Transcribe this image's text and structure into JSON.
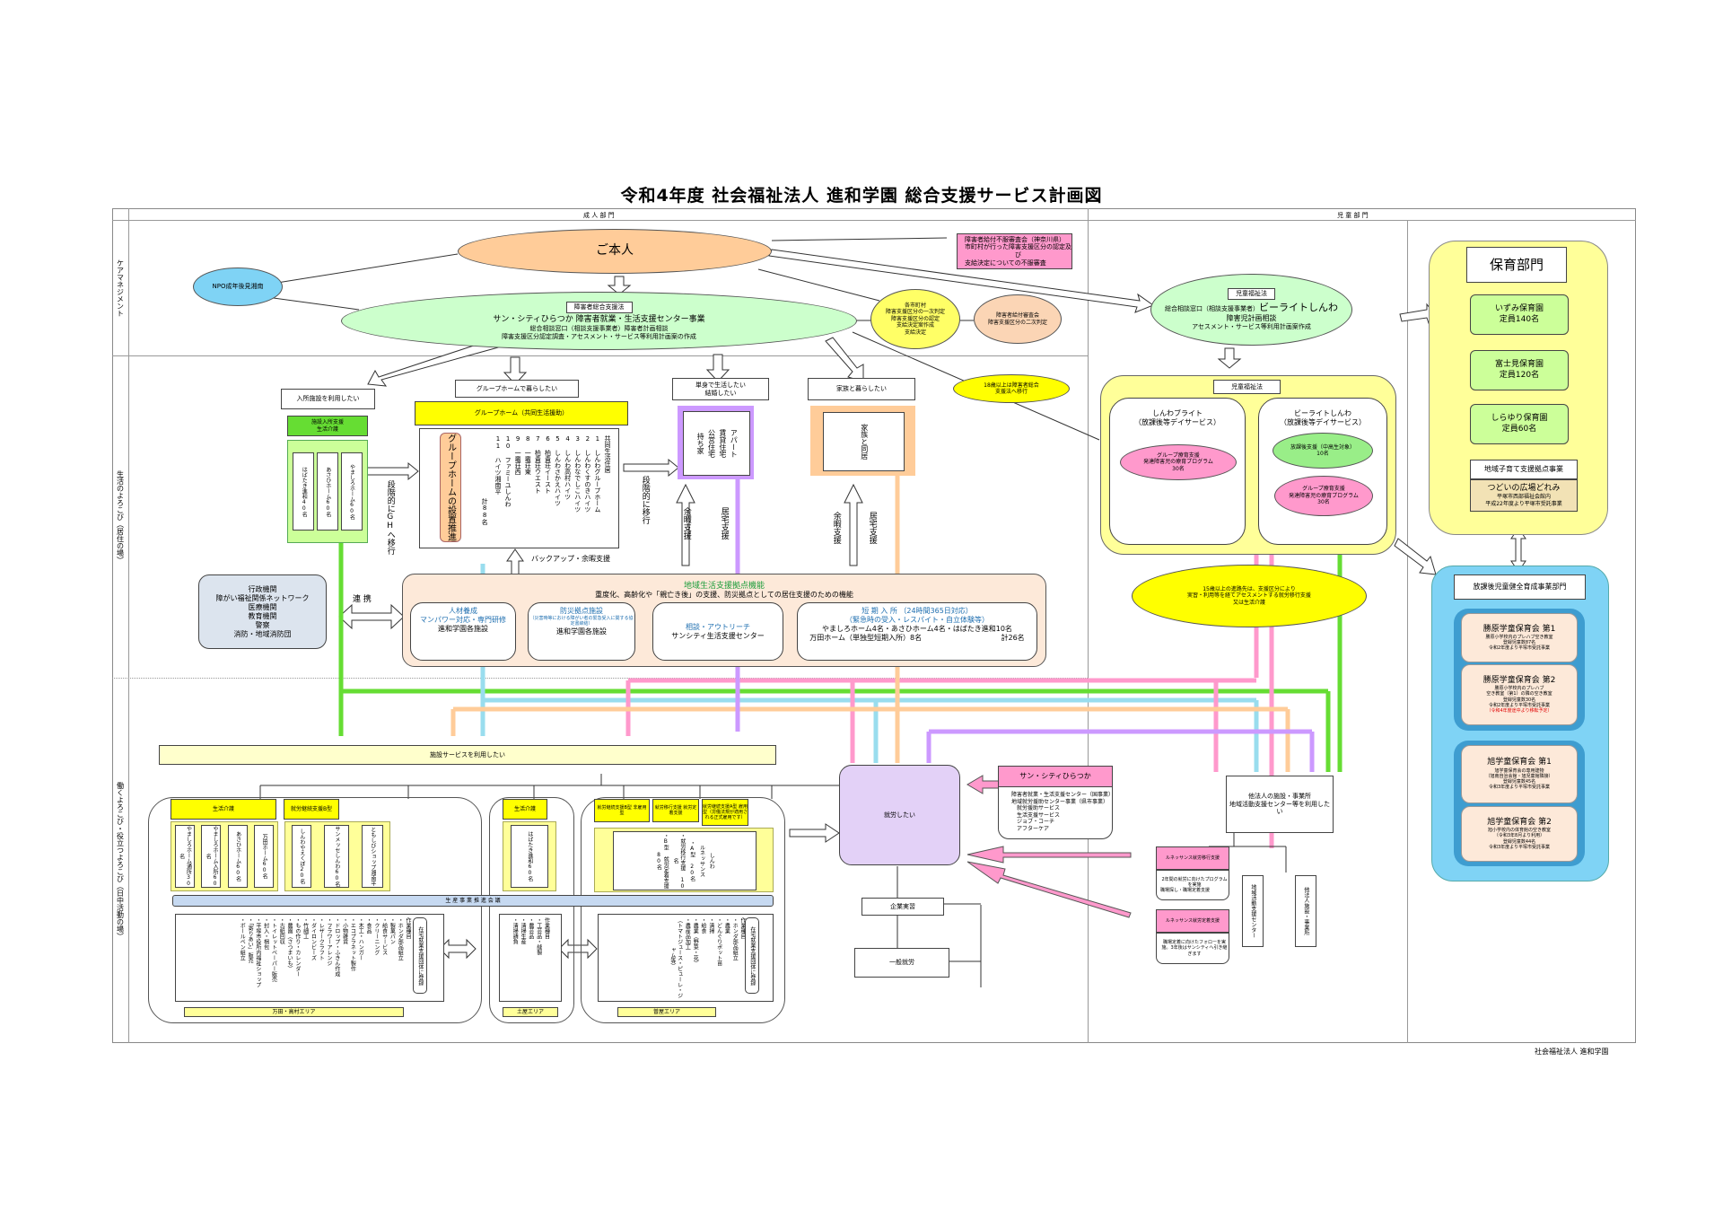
{
  "title": "令和4年度 社会福祉法人 進和学園 総合支援サービス計画図",
  "footer": "社会福祉法人 進和学園",
  "headers": {
    "adult": "成 人 部 門",
    "child": "児 童 部 門"
  },
  "side_labels": {
    "care": "ケアマネジメント",
    "living": "生活のよろこび（居住の場）",
    "work": "働くよろこび・役立つよろこび（日中活動の場）"
  },
  "top": {
    "person": "ご本人",
    "npo": "NPO成年後見湘南",
    "review_box": [
      "障害者給付不服審査会（神奈川県）",
      "市町村が行った障害支援区分の認定及び",
      "支給決定についての不服審査"
    ],
    "center_label": "障害者総合支援法",
    "center_title": "サン・シティひらつか 障害者就業・生活支援センター事業",
    "center_line2": "総合相談窓口（相談支援事業者）障害者計画相談",
    "center_line3": "障害支援区分認定調査・アセスメント・サービス等利用計画案の作成",
    "municipal": [
      "各市町村",
      "障害支援区分の一次判定",
      "障害支援区分の認定",
      "支給決定案作成",
      "支給決定"
    ],
    "review_council": [
      "障害者給付審査会",
      "障害支援区分の二次判定"
    ],
    "child_label": "児童福祉法",
    "child_title_prefix": "総合相談窓口（相談支援事業者）",
    "child_title_name": "ビーライトしんわ",
    "child_line2": "障害児計画相談",
    "child_line3": "アセスメント・サービス等利用計画案作成",
    "age18": [
      "18歳以上は障害者総合",
      "支援法へ移行"
    ]
  },
  "living": {
    "wants": {
      "facility": "入所施設を利用したい",
      "gh": "グループホームで暮らしたい",
      "single": [
        "単身で生活したい",
        "結婚したい"
      ],
      "family": "家族と暮らしたい"
    },
    "facility_label": [
      "施設入所支援",
      "生活介護"
    ],
    "facilities": [
      "はばたき進和40名",
      "あさひホーム60名",
      "やましろホーム60名"
    ],
    "move_to_gh": "段階的にGHへ移行",
    "gh_header": "グループホーム（共同生活援助）",
    "gh_promo": "グループホームの設置推進",
    "gh_list": [
      "共同生活住居",
      "1 しんわグループホーム",
      "2 しんわくすのきハイツ",
      "3 しんわなでしこハイツ",
      "4 しんわ高村ハイツ",
      "5 しんわさかえハイツ",
      "6 柏貴荘イースト",
      "7 柏貴荘ウエスト",
      "8 一竈荘東",
      "9 一竈荘西",
      "10 ファミーユしんわ",
      "11 ハイツ湘南平"
    ],
    "gh_total": "計88名",
    "move_gradual": "段階的に移行",
    "backup": "バックアップ・余暇支援",
    "apartment": [
      "アパート",
      "賃貸住宅",
      "公営住宅",
      "持ち家"
    ],
    "family_live": "家族と同居",
    "leisure": "余暇支援",
    "home_support": "居宅支援",
    "agencies": [
      "行政機関",
      "障がい福祉関係ネットワーク",
      "医療機関",
      "教育機関",
      "警察",
      "消防・地域消防団"
    ],
    "cooperation": "連 携",
    "hub_title": "地域生活支援拠点機能",
    "hub_sub": "重度化、高齢化や「親亡き後」の支援、防災拠点としての居住支援のための機能",
    "hub_items": [
      {
        "title": "人材養成",
        "title2": "マンパワー対応・専門研修",
        "body": "進和学園各施設"
      },
      {
        "title": "防災拠点施設",
        "title2": "（災害時等における障がい者の緊急受入に関する協定書締結）",
        "body": "進和学園各施設"
      },
      {
        "title": "相談・アウトリーチ",
        "title2": "",
        "body": "サンシティ生活支援センター"
      },
      {
        "title": "短 期 入 所 （24時間365日対応）",
        "title2": "（緊急時の受入・レスパイト・自立体験等）",
        "body": "やましろホーム4名・あさひホーム4名・はばたき進和10名",
        "body2": "万田ホーム（単独型短期入所）8名",
        "total": "計26名"
      }
    ],
    "transition_note": [
      "15歳以上の進路先は、支援区分により",
      "実習・利用等を経てアセスメントする就労移行支援",
      "又は生活介護"
    ]
  },
  "work": {
    "want_facility": "施設サービスを利用したい",
    "want_job": "就労したい",
    "groups": [
      {
        "label": "生活介護",
        "items": [
          "やましろホーム通所30名",
          "やましろホーム入所60名",
          "あさひホーム60名",
          "万田ホーム60名"
        ]
      },
      {
        "label": "就労継続支援B型",
        "items": [
          "しんわやえくぼ20名",
          "サンメッセしんわ60名",
          "ともしびショップ湘南平"
        ]
      },
      {
        "label": "生活介護",
        "items": [
          "はばたき進和60名"
        ]
      },
      {
        "label": "就労継続支援B型 非雇用型",
        "items": []
      },
      {
        "label": "就労移行支援 就労定着支援",
        "items": []
      },
      {
        "label": "就労継続支援A型 雇用型（労働法規が適用される正式雇用です）",
        "items": []
      }
    ],
    "shinwa_list": [
      "しんわ",
      "ルネッサンス",
      "・A型 20名",
      "・就労移行支援 10名",
      "・B型 就労定着支援 80名"
    ],
    "council": "生 産 事 業 推 進 会 議",
    "tasks_a": [
      "作業種目",
      "・ホンダ部品組立",
      "・製菓パン",
      "・給食サービス",
      "・クリーニング",
      "・食品",
      "・木工・ハンガー",
      "・エコプラネット製作",
      "・小物雑貨",
      "・ドロップ・ふきん作成",
      "・フラワーアレンジ",
      "・レザークラフト",
      "・ダイロンビーズ",
      "・竹細工",
      "・もの作り・カレンダー",
      "・農園（さつまいも）",
      "・古紙回収",
      "・トイレットペーパー販売",
      "・封入・梱包",
      "・平塚市役所内福祉ショップ",
      "・「寄りあい」販売",
      "・ボールペン組立"
    ],
    "tasks_b": [
      "作業種目",
      "・工芸品・縫製",
      "・農芸品",
      "・清掃生産",
      "・清掃請負"
    ],
    "tasks_c": [
      "作業種目",
      "・ホンダ部品組立",
      "・農業",
      "・どんぐりポット苗",
      "・清掃",
      "・給食",
      "・農業（野菜・花）",
      "・農産品加工",
      "（トマトジュース・ピューレ・ジャム等）"
    ],
    "consign": "在宅就業支援団体に登録",
    "areas": [
      "万田・高村エリア",
      "土屋エリア",
      "曽屋エリア"
    ],
    "suncity_title": "サン・シティひらつか",
    "suncity_body": [
      "障害者就業・生活支援センター（国事業）",
      "地域就労援助センター事業（県市事業）",
      "就労援助サービス",
      "生活支援サービス",
      "ジョブ・コーチ",
      "アフターケア"
    ],
    "ren_transition_title": "ルネッサンス就労移行支援",
    "ren_transition_body": [
      "2年間の就労に向けたプログラムを実施",
      "職場探し・職場定着支援"
    ],
    "ren_settle_title": "ルネッサンス就労定着支援",
    "ren_settle_body": [
      "職場定着に向けたフォローを実施。3年後はサンシティへ引き継ぎます"
    ],
    "internship": "企業実習",
    "general_job": "一般就労",
    "other_corp_want": [
      "他法人の施設・事業所",
      "地域活動支援センター等を利用したい"
    ],
    "other_items": [
      "地域活動支援センター",
      "他法人施設・事業所"
    ]
  },
  "child": {
    "law": "児童福祉法",
    "shinwa_bright": [
      "しんわブライト",
      "（放課後等デイサービス）"
    ],
    "bright_shinwa": [
      "ビーライトしんわ",
      "（放課後等デイサービス）"
    ],
    "group_program": [
      "グループ療育支援",
      "発達障害児の療育プログラム",
      "30名"
    ],
    "after_school": [
      "放課後支援（中高生対象）",
      "10名"
    ],
    "nursery_title": "保育部門",
    "nurseries": [
      {
        "name": "いずみ保育園",
        "cap": "定員140名"
      },
      {
        "name": "富士見保育園",
        "cap": "定員120名"
      },
      {
        "name": "しらゆり保育園",
        "cap": "定員60名"
      }
    ],
    "community_title": "地域子育て支援拠点事業",
    "community_body": [
      "つどいの広場どれみ",
      "平塚市西部福祉会館内",
      "平成22年度より平塚市受託事業"
    ],
    "afterschool_title": "放課後児童健全育成事業部門",
    "clubs": [
      {
        "name": "勝原学童保育会 第1",
        "lines": [
          "勝原小学校内のプレハブ空き教室",
          "登録児童数87名",
          "令和2年度より平塚市受託事業"
        ],
        "note": ""
      },
      {
        "name": "勝原学童保育会 第2",
        "lines": [
          "勝原小学校内のプレハブ",
          "空き教室（第1）の隣の空き教室",
          "登録児童数30名",
          "令和2年度より平塚市受託事業"
        ],
        "note": "（令和4年度途中より移転予定）"
      },
      {
        "name": "旭学童保育会 第1",
        "lines": [
          "旭学童保育会の専用建物",
          "（旭南自治会館・旭児童館隣接）",
          "登録児童数45名",
          "令和3年度より平塚市受託事業"
        ],
        "note": ""
      },
      {
        "name": "旭学童保育会 第2",
        "lines": [
          "旭小学校内の体育館の空き教室",
          "（令和3年8月より利用）",
          "登録児童数44名",
          "令和3年度より平塚市受託事業"
        ],
        "note": ""
      }
    ]
  },
  "colors": {
    "green": "#66dd33",
    "pink": "#ff99cc",
    "purple": "#cc99ff",
    "orange": "#ffcc99",
    "light_blue": "#99ddee",
    "yellow": "#ffff00"
  }
}
